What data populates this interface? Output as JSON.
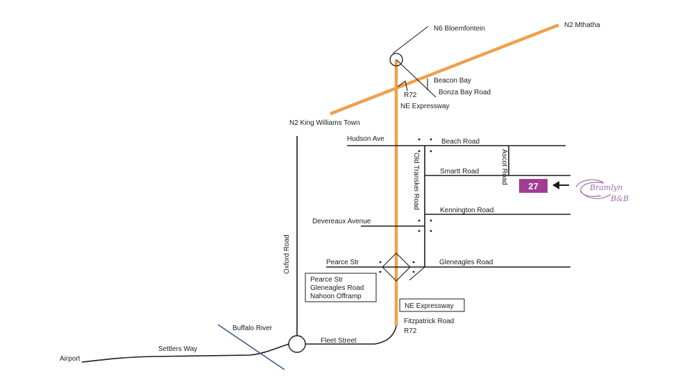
{
  "colors": {
    "highway": "#F0A04B",
    "river": "#3B5B8C",
    "badge": "#A13C92",
    "logo": "#9C6FB0"
  },
  "labels": {
    "n6": "N6 Bloemfontein",
    "n2_mthatha": "N2 Mthatha",
    "beacon_bay": "Beacon Bay",
    "bonza_bay_road": "Bonza Bay Road",
    "r72_top": "R72",
    "ne_expressway_top": "NE Expressway",
    "n2_kwt": "N2 King Williams Town",
    "hudson_ave": "Hudson Ave",
    "beach_road": "Beach Road",
    "smartt_road": "Smartt Road",
    "ascot_road": "Ascot Road",
    "old_transkei_road": "Old Transkei Road",
    "kennington_road": "Kennington Road",
    "devereaux_avenue": "Devereaux Avenue",
    "oxford_road": "Oxford Road",
    "pearce_str": "Pearce Str",
    "gleneagles_road": "Gleneagles Road",
    "offramp_box": [
      "Pearce Str",
      "Gleneagles Road",
      "Nahoon Offramp"
    ],
    "ne_expressway_box": "NE Expressway",
    "fitzpatrick_road": "Fitzpatrick Road",
    "r72_bottom": "R72",
    "buffalo_river": "Buffalo River",
    "settlers_way": "Settlers Way",
    "fleet_street": "Fleet Street",
    "airport": "Airport"
  },
  "destination": {
    "number": "27",
    "arrow_icon": "left-arrow-icon"
  },
  "logo": {
    "name": "Bramlyn",
    "suffix": "B&B"
  }
}
